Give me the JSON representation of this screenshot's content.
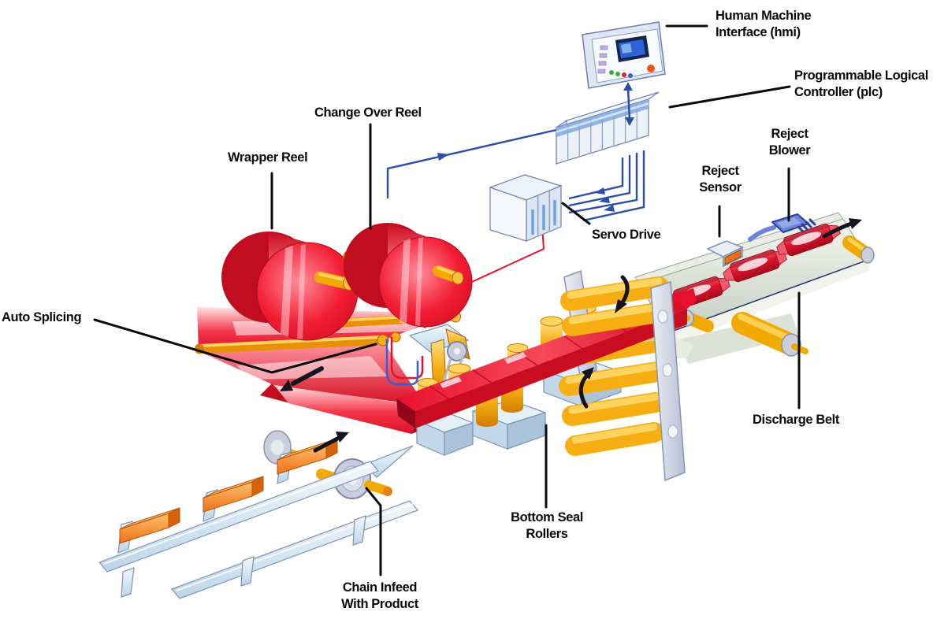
{
  "diagram": {
    "type": "machine-illustration",
    "subject": "flow wrapper packaging line"
  },
  "colors": {
    "background": "#FFFFFF",
    "film_red": "#E8112D",
    "film_red_dark": "#C90C1F",
    "reel_red": "#ED1B2F",
    "product_orange": "#F4791F",
    "roller_yellow": "#F6AE13",
    "machine_light_blue": "#D9E8F2",
    "plate_gray": "#C9CEDC",
    "belt_gray": "#D9DED4",
    "wire_blue": "#2B4FA8",
    "wire_red": "#E8112D",
    "arrow_black": "#15151F",
    "label_black": "#0A0A0A"
  },
  "parts": [
    {
      "id": "hmi",
      "label": "Human Machine\nInterface (hmi)"
    },
    {
      "id": "plc",
      "label": "Programmable Logical\nController (plc)"
    },
    {
      "id": "change-over-reel",
      "label": "Change Over Reel"
    },
    {
      "id": "wrapper-reel",
      "label": "Wrapper Reel"
    },
    {
      "id": "auto-splicing",
      "label": "Auto Splicing"
    },
    {
      "id": "servo-drive",
      "label": "Servo Drive"
    },
    {
      "id": "reject-sensor",
      "label": "Reject\nSensor"
    },
    {
      "id": "reject-blower",
      "label": "Reject\nBlower"
    },
    {
      "id": "discharge-belt",
      "label": "Discharge Belt"
    },
    {
      "id": "bottom-seal-rollers",
      "label": "Bottom Seal\nRollers"
    },
    {
      "id": "chain-infeed",
      "label": "Chain Infeed\nWith Product"
    }
  ]
}
